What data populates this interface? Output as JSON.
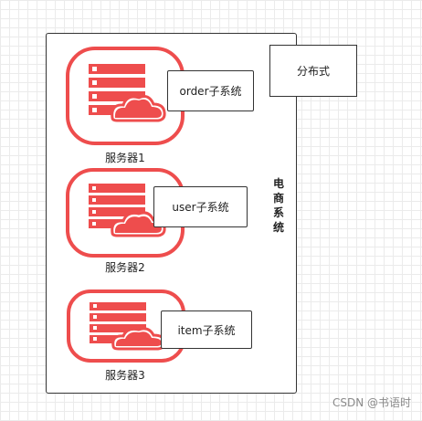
{
  "distributed_label": "分布式",
  "system_label": "电商系统",
  "servers": [
    {
      "subsystem": "order子系统",
      "caption": "服务器1"
    },
    {
      "subsystem": "user子系统",
      "caption": "服务器2"
    },
    {
      "subsystem": "item子系统",
      "caption": "服务器3"
    }
  ],
  "watermark": "CSDN @书语时",
  "colors": {
    "server_red": "#ee4d4d",
    "border": "#333333"
  }
}
